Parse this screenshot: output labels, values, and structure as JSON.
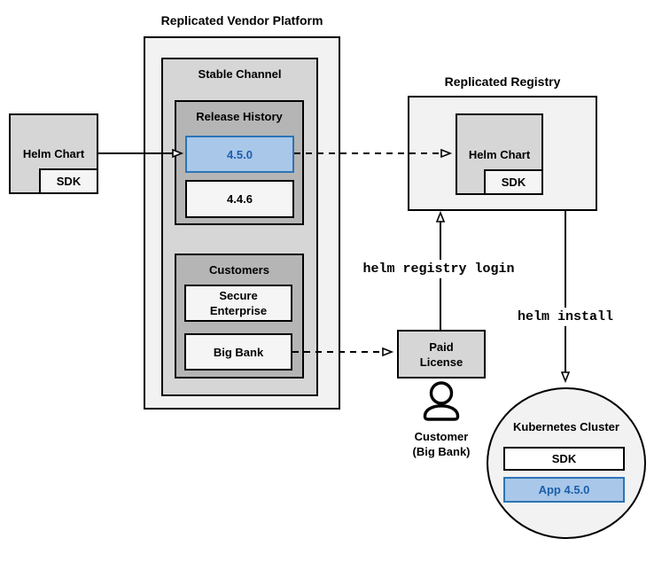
{
  "vendor_platform": {
    "title": "Replicated Vendor Platform",
    "stable_channel": {
      "label": "Stable Channel",
      "release_history": {
        "label": "Release History",
        "releases": [
          {
            "version": "4.5.0",
            "highlighted": true
          },
          {
            "version": "4.4.6",
            "highlighted": false
          }
        ]
      },
      "customers": {
        "label": "Customers",
        "items": [
          {
            "name": "Secure Enterprise"
          },
          {
            "name": "Big Bank"
          }
        ]
      }
    }
  },
  "source_helm_chart": {
    "label": "Helm Chart",
    "sdk": "SDK"
  },
  "registry": {
    "title": "Replicated Registry",
    "helm_chart": {
      "label": "Helm Chart",
      "sdk": "SDK"
    }
  },
  "paid_license": {
    "label": "Paid License"
  },
  "customer": {
    "caption": "Customer (Big Bank)"
  },
  "kubernetes_cluster": {
    "title": "Kubernetes Cluster",
    "sdk": "SDK",
    "app": "App 4.5.0"
  },
  "commands": {
    "registry_login": "helm registry login",
    "install": "helm install"
  },
  "colors": {
    "highlight_fill": "#a9c7e9",
    "highlight_border": "#2d74b5",
    "highlight_text": "#1b5faa",
    "box_light": "#f2f2f2",
    "box_medium": "#d6d6d6",
    "box_dark": "#b5b5b5",
    "box_pale": "#f5f5f5",
    "line": "#000000"
  }
}
